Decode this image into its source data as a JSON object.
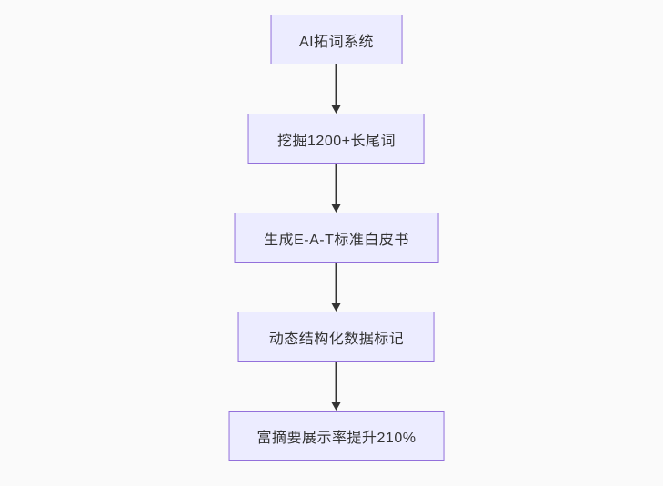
{
  "colors": {
    "background": "#fafafa",
    "node_fill": "#ECECFF",
    "node_border": "#9370DB",
    "node_text": "#333333",
    "arrow": "#333333"
  },
  "diagram": {
    "type": "flowchart",
    "direction": "top-down",
    "nodes": [
      {
        "id": "n1",
        "label": "AI拓词系统"
      },
      {
        "id": "n2",
        "label": "挖掘1200+长尾词"
      },
      {
        "id": "n3",
        "label": "生成E-A-T标准白皮书"
      },
      {
        "id": "n4",
        "label": "动态结构化数据标记"
      },
      {
        "id": "n5",
        "label": "富摘要展示率提升210%"
      }
    ],
    "edges": [
      {
        "from": "n1",
        "to": "n2",
        "arrow": "down"
      },
      {
        "from": "n2",
        "to": "n3",
        "arrow": "down"
      },
      {
        "from": "n3",
        "to": "n4",
        "arrow": "down"
      },
      {
        "from": "n4",
        "to": "n5",
        "arrow": "down"
      }
    ]
  }
}
